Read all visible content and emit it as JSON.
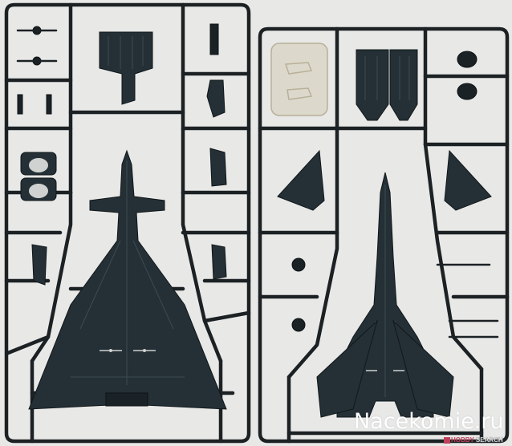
{
  "photo": {
    "subject": "plastic model kit sprues with two aircraft parts frames",
    "colors": {
      "background": "#e8e8e7",
      "sprue": "#1c2124",
      "part": "#243036",
      "part_highlight": "#3a4a52",
      "clear_part": "#d9d4c4"
    },
    "left_frame": {
      "label": "left-sprue",
      "main_part": "delta-wing aircraft fuselage"
    },
    "right_frame": {
      "label": "right-sprue",
      "main_part": "swept-wing aircraft fuselage",
      "clear_parts": "canopy pieces"
    }
  },
  "watermark": {
    "text": "Nacekomie.ru"
  },
  "logo": {
    "hobby": "HOBBY",
    "search": "SEARCH"
  }
}
